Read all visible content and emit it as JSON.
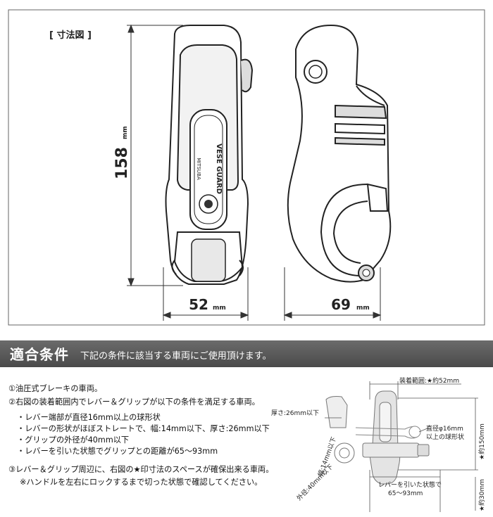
{
  "top": {
    "title": "[ 寸法図 ]",
    "dim_height": "158",
    "dim_width_front": "52",
    "dim_width_side": "69",
    "unit": "mm"
  },
  "product": {
    "logo_lines": [
      "VESE GUARD",
      "MITSUBA"
    ]
  },
  "banner": {
    "title": "適合条件",
    "subtitle": "下記の条件に該当する車両にご使用頂けます。"
  },
  "conditions": {
    "item1": "①油圧式ブレーキの車両。",
    "item2": "②右図の装着範囲内でレバー＆グリップが以下の条件を満足する車両。",
    "sub1": "・レバー端部が直径16mm以上の球形状",
    "sub2": "・レバーの形状がほぼストレートで、幅:14mm以下、厚さ:26mm以下",
    "sub3": "・グリップの外径が40mm以下",
    "sub4": "・レバーを引いた状態でグリップとの距離が65～93mm",
    "item3": "③レバー＆グリップ周辺に、右図の★印寸法のスペースが確保出来る車両。",
    "note": "※ハンドルを左右にロックするまで切った状態で確認してください。"
  },
  "diagram": {
    "range": "装着範囲:★約52mm",
    "thickness": "厚さ:26mm以下",
    "width": "幅:14mm以下",
    "outer": "外径:40mm以下",
    "ball_1": "直径φ16mm",
    "ball_2": "以上の球形状",
    "approx150": "★約150mm",
    "approx30": "★約30mm",
    "pulled_1": "レバーを引いた状態で",
    "pulled_2": "65～93mm"
  }
}
